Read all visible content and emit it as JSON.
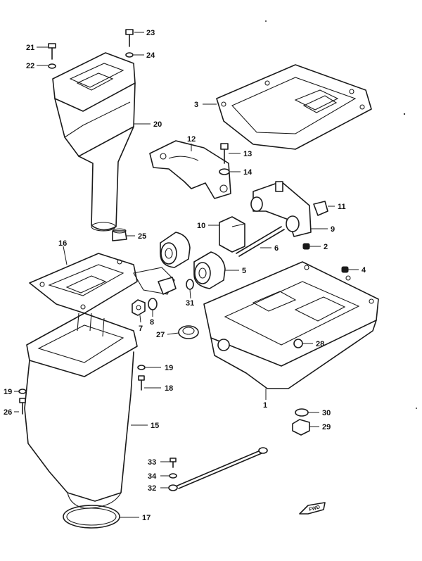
{
  "callouts": [
    {
      "id": "c1",
      "label": "1"
    },
    {
      "id": "c2",
      "label": "2"
    },
    {
      "id": "c3",
      "label": "3"
    },
    {
      "id": "c4",
      "label": "4"
    },
    {
      "id": "c5",
      "label": "5"
    },
    {
      "id": "c6",
      "label": "6"
    },
    {
      "id": "c7",
      "label": "7"
    },
    {
      "id": "c8",
      "label": "8"
    },
    {
      "id": "c9",
      "label": "9"
    },
    {
      "id": "c10",
      "label": "10"
    },
    {
      "id": "c11",
      "label": "11"
    },
    {
      "id": "c12",
      "label": "12"
    },
    {
      "id": "c13",
      "label": "13"
    },
    {
      "id": "c14",
      "label": "14"
    },
    {
      "id": "c15",
      "label": "15"
    },
    {
      "id": "c16",
      "label": "16"
    },
    {
      "id": "c17",
      "label": "17"
    },
    {
      "id": "c18",
      "label": "18"
    },
    {
      "id": "c19a",
      "label": "19"
    },
    {
      "id": "c19b",
      "label": "19"
    },
    {
      "id": "c20",
      "label": "20"
    },
    {
      "id": "c21",
      "label": "21"
    },
    {
      "id": "c22",
      "label": "22"
    },
    {
      "id": "c23",
      "label": "23"
    },
    {
      "id": "c24",
      "label": "24"
    },
    {
      "id": "c25",
      "label": "25"
    },
    {
      "id": "c26",
      "label": "26"
    },
    {
      "id": "c27",
      "label": "27"
    },
    {
      "id": "c28",
      "label": "28"
    },
    {
      "id": "c29",
      "label": "29"
    },
    {
      "id": "c30",
      "label": "30"
    },
    {
      "id": "c31",
      "label": "31"
    },
    {
      "id": "c32",
      "label": "32"
    },
    {
      "id": "c33",
      "label": "33"
    },
    {
      "id": "c34",
      "label": "34"
    }
  ],
  "direction_indicator": {
    "label": "FWD"
  }
}
